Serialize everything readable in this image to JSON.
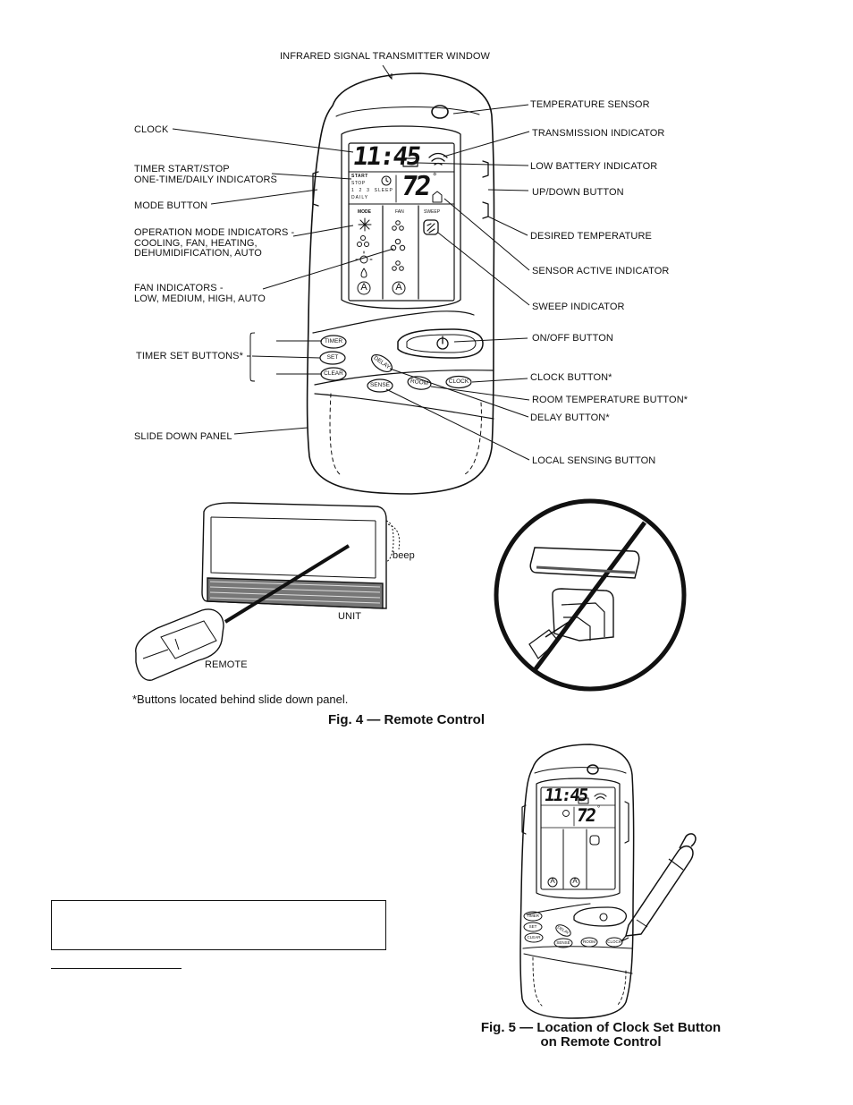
{
  "fig4": {
    "caption": "Fig. 4 — Remote Control",
    "footnote": "*Buttons located behind slide down panel.",
    "callouts": {
      "ir_window": "INFRARED SIGNAL TRANSMITTER WINDOW",
      "clock": "CLOCK",
      "timer_indicators": "TIMER START/STOP\nONE-TIME/DAILY INDICATORS",
      "mode_button": "MODE BUTTON",
      "operation_mode": "OPERATION MODE INDICATORS -\nCOOLING, FAN, HEATING,\nDEHUMIDIFICATION, AUTO",
      "fan_indicators": "FAN INDICATORS -\nLOW, MEDIUM, HIGH, AUTO",
      "timer_set_buttons": "TIMER SET BUTTONS*",
      "slide_down_panel": "SLIDE DOWN PANEL",
      "temperature_sensor": "TEMPERATURE SENSOR",
      "transmission_indicator": "TRANSMISSION INDICATOR",
      "low_battery": "LOW BATTERY INDICATOR",
      "up_down": "UP/DOWN BUTTON",
      "desired_temperature": "DESIRED TEMPERATURE",
      "sensor_active": "SENSOR ACTIVE INDICATOR",
      "sweep_indicator": "SWEEP INDICATOR",
      "on_off": "ON/OFF BUTTON",
      "clock_button": "CLOCK BUTTON*",
      "room_temp_button": "ROOM TEMPERATURE BUTTON*",
      "delay_button": "DELAY BUTTON*",
      "local_sensing": "LOCAL SENSING BUTTON"
    },
    "display": {
      "time": "11:45",
      "temp": "72",
      "degree": "°",
      "start": "START",
      "stop": "STOP",
      "sleep_row": "1  2  3  SLEEP",
      "daily": "DAILY",
      "col_mode": "MODE",
      "col_fan": "FAN",
      "col_sweep": "SWEEP",
      "auto": "A"
    },
    "buttons": {
      "timer": "TIMER",
      "set": "SET",
      "clear": "CLEAR",
      "delay": "DELAY",
      "sense": "SENSE",
      "room": "ROOM",
      "clock": "CLOCK"
    },
    "scene": {
      "unit": "UNIT",
      "remote": "REMOTE",
      "beep": "beep"
    }
  },
  "fig5": {
    "caption": "Fig. 5 — Location of Clock Set Button\non Remote Control",
    "display": {
      "time": "11:45",
      "temp": "72",
      "degree": "°",
      "auto": "A"
    },
    "buttons": {
      "timer": "TIMER",
      "set": "SET",
      "clear": "CLEAR",
      "delay": "DELAY",
      "sense": "SENSE",
      "room": "ROOM",
      "clock": "CLOCK"
    }
  }
}
